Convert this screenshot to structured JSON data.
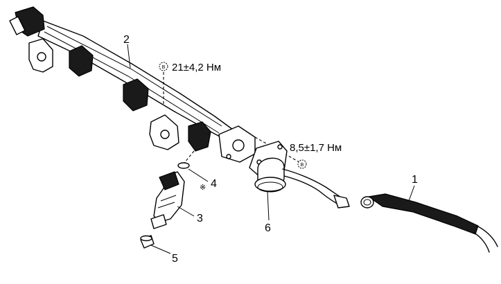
{
  "callouts": [
    {
      "id": "1",
      "text": "1"
    },
    {
      "id": "2",
      "text": "2"
    },
    {
      "id": "3",
      "text": "3"
    },
    {
      "id": "4",
      "text": "4"
    },
    {
      "id": "5",
      "text": "5"
    },
    {
      "id": "6",
      "text": "6"
    }
  ],
  "torque": {
    "rail_bolt": "21±4,2 Нм",
    "regulator_bolt": "8,5±1,7 Нм",
    "bolt_mark": "B"
  },
  "symbols": {
    "replace_mark": "※"
  }
}
